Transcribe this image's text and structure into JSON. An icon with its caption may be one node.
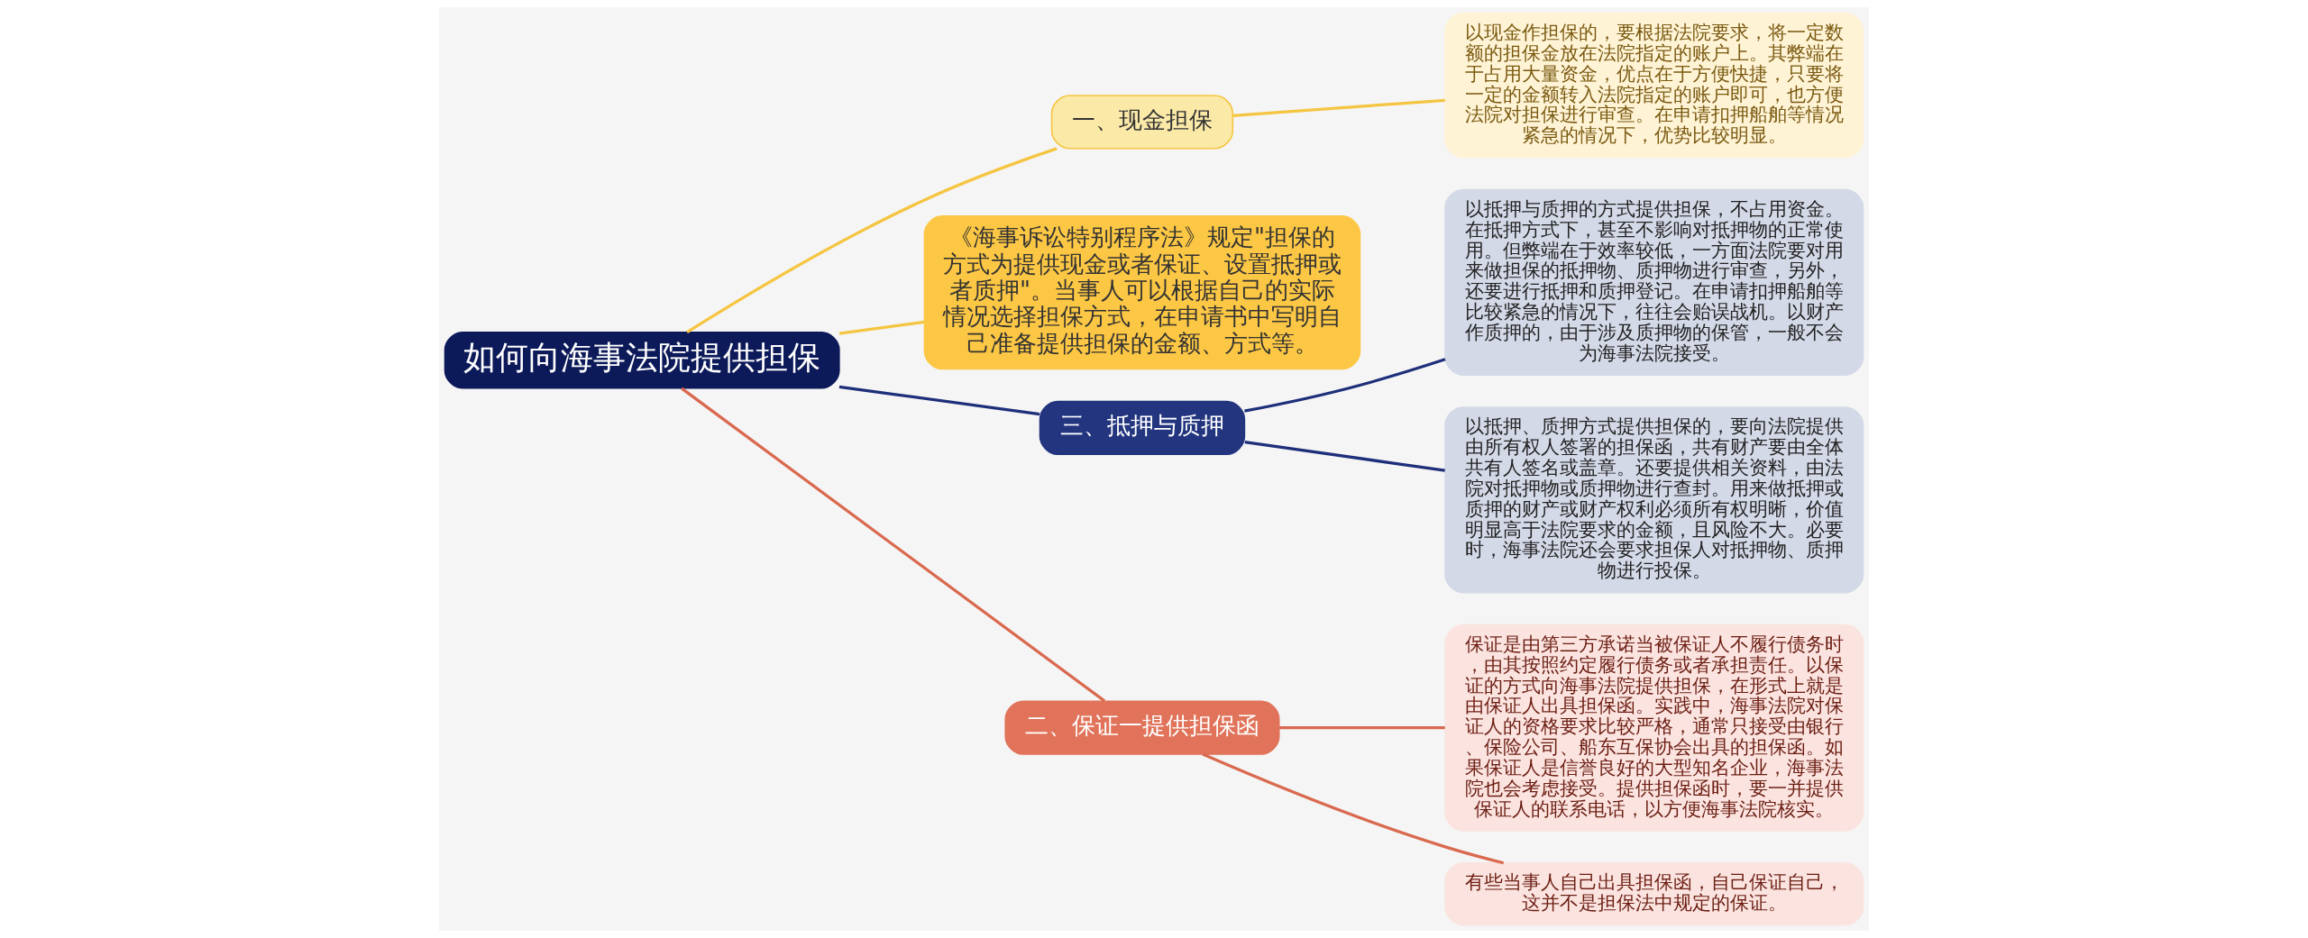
{
  "diagram": {
    "nodes": [
      {
        "text": [
          "如何向海事法院提供担保"
        ]
      },
      {
        "text": [
          "一、现金担保"
        ]
      },
      {
        "text": [
          "以现金作担保的，要根据法院要求，将一定数额的担保金放在法院指定的账户上。其弊端在于占用大量资金，优点在于方便快捷，只要将一定的金额转入法院指定的账户即可，也方便法院对担保进行审查。在申请扣押船舶等情况紧急的情况下，优势比较明显。"
        ]
      },
      {
        "text": [
          "《海事诉讼特别程序法》规定\"担保的方式为提供现金或者保证、设置抵押或者质押\"。当事人可以根据自己的实际情况选择担保方式，在申请书中写明自己准备提供担保的金额、方式等。"
        ]
      },
      {
        "text": [
          "三、抵押与质押"
        ]
      },
      {
        "text": [
          "以抵押与质押的方式提供担保，不占用资金。在抵押方式下，甚至不影响对抵押物的正常使用。但弊端在于效率较低，一方面法院要对用来做担保的抵押物、质押物进行审查，另外，还要进行抵押和质押登记。在申请扣押船舶等比较紧急的情况下，往往会贻误战机。以财产作质押的，由于涉及质押物的保管，一般不会为海事法院接受。"
        ]
      },
      {
        "text": [
          "以抵押、质押方式提供担保的，要向法院提供由所有权人签署的担保函，共有财产要由全体共有人签名或盖章。还要提供相关资料，由法院对抵押物或质押物进行查封。用来做抵押或质押的财产或财产权利必须所有权明晰，价值明显高于法院要求的金额，且风险不大。必要时，海事法院还会要求担保人对抵押物、质押物进行投保。"
        ]
      },
      {
        "text": [
          "二、保证一提供担保函"
        ]
      },
      {
        "text": [
          "保证是由第三方承诺当被保证人不履行债务时，由其按照约定履行债务或者承担责任。以保证的方式向海事法院提供担保，在形式上就是由保证人出具担保函。实践中，海事法院对保证人的资格要求比较严格，通常只接受由银行、保险公司、船东互保协会出具的担保函。如果保证人是信誉良好的大型知名企业，海事法院也会考虑接受。提供担保函时，要一并提供保证人的联系电话，以方便海事法院核实。"
        ]
      },
      {
        "text": [
          "有些当事人自己出具担保函，自己保证自己，这并不是担保法中规定的保证。"
        ]
      }
    ],
    "edges": [
      {
        "from": 0,
        "to": 1,
        "arrow": "none",
        "color": "#f5c542"
      },
      {
        "from": 1,
        "to": 2,
        "arrow": "none",
        "color": "#f5c542"
      },
      {
        "from": 0,
        "to": 3,
        "arrow": "none",
        "color": "#f5c542"
      },
      {
        "from": 0,
        "to": 4,
        "arrow": "none",
        "color": "#1e2f7a"
      },
      {
        "from": 4,
        "to": 5,
        "arrow": "none",
        "color": "#1e2f7a"
      },
      {
        "from": 4,
        "to": 6,
        "arrow": "none",
        "color": "#1e2f7a"
      },
      {
        "from": 0,
        "to": 7,
        "arrow": "none",
        "color": "#d9694f"
      },
      {
        "from": 7,
        "to": 8,
        "arrow": "none",
        "color": "#d9694f"
      },
      {
        "from": 7,
        "to": 9,
        "arrow": "none",
        "color": "#d9694f"
      }
    ]
  }
}
